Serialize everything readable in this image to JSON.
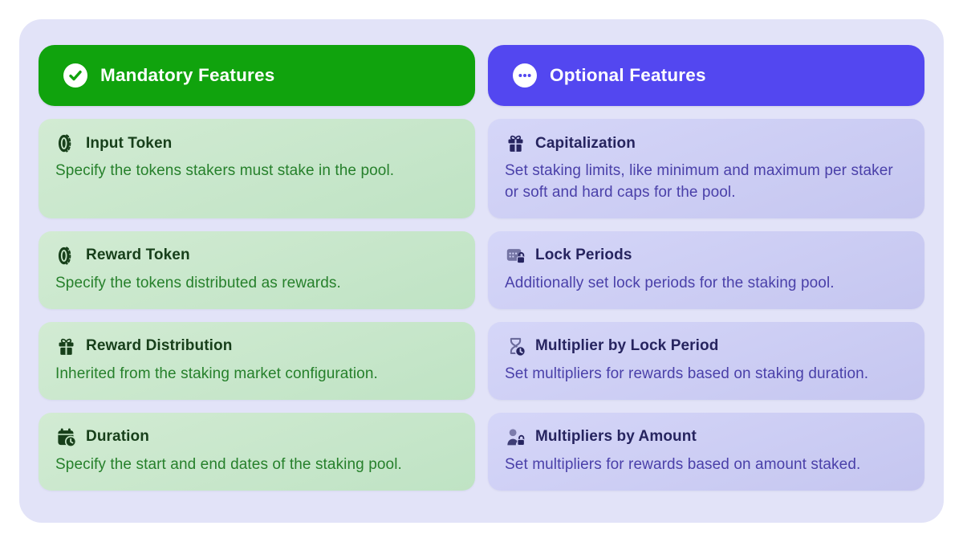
{
  "palette": {
    "page_background": "#ffffff",
    "panel_background": "#e2e3f8",
    "mandatory_header_bg": "#10a30d",
    "optional_header_bg": "#5347f0",
    "green_card_bg": "#c9e7ca",
    "purple_card_bg": "#cfd0f5",
    "green_title_color": "#173f1a",
    "green_desc_color": "#26802b",
    "purple_title_color": "#26245f",
    "purple_desc_color": "#4a40a9"
  },
  "columns": [
    {
      "id": "mandatory",
      "header": {
        "label": "Mandatory Features",
        "icon": "check-circle-icon"
      },
      "cards": [
        {
          "icon": "coin-icon",
          "title": "Input Token",
          "description": "Specify the tokens stakers must stake in the pool."
        },
        {
          "icon": "coin-icon",
          "title": "Reward Token",
          "description": "Specify the tokens distributed as rewards."
        },
        {
          "icon": "gift-icon",
          "title": "Reward Distribution",
          "description": "Inherited from the staking market configuration."
        },
        {
          "icon": "calendar-clock-icon",
          "title": "Duration",
          "description": "Specify the start and end dates of the staking pool."
        }
      ]
    },
    {
      "id": "optional",
      "header": {
        "label": "Optional Features",
        "icon": "ellipsis-circle-icon"
      },
      "cards": [
        {
          "icon": "gift-icon",
          "title": "Capitalization",
          "description": "Set staking limits, like minimum and maximum per staker or soft and hard caps for the pool."
        },
        {
          "icon": "calendar-lock-icon",
          "title": "Lock Periods",
          "description": "Additionally set lock periods for the staking pool."
        },
        {
          "icon": "hourglass-clock-icon",
          "title": "Multiplier by Lock Period",
          "description": "Set multipliers for rewards based on staking duration."
        },
        {
          "icon": "person-lock-icon",
          "title": "Multipliers by Amount",
          "description": "Set multipliers for rewards based on amount staked."
        }
      ]
    }
  ]
}
